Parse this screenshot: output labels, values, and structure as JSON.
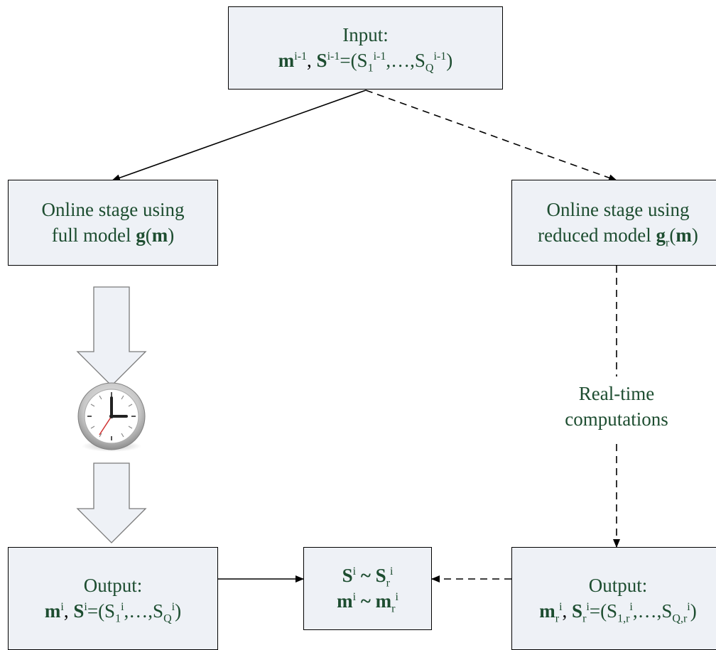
{
  "input_box": {
    "title": "Input:",
    "m": "m",
    "m_sup": "i-1",
    "S": "S",
    "S_sup": "i-1",
    "eq": "=(S",
    "S1_sub": "1",
    "S1_sup": "i-1",
    "dots": ",…,S",
    "SQ_sub": "Q",
    "SQ_sup": "i-1",
    "close": ")"
  },
  "full_box": {
    "line1": "Online stage using",
    "line2_prefix": "full model ",
    "g": "g",
    "paren_open": "(",
    "m": "m",
    "paren_close": ")"
  },
  "reduced_box": {
    "line1": "Online stage using",
    "line2_prefix": "reduced model ",
    "g": "g",
    "g_sub": "r",
    "paren_open": "(",
    "m": "m",
    "paren_close": ")"
  },
  "realtime_label": {
    "line1": "Real-time",
    "line2": "computations"
  },
  "output_full": {
    "title": "Output:",
    "m": "m",
    "m_sup": "i",
    "S": "S",
    "S_sup": "i",
    "eq": "=(S",
    "S1_sub": "1",
    "S1_sup": "i",
    "dots": ",…,S",
    "SQ_sub": "Q",
    "SQ_sup": "i",
    "close": ")"
  },
  "compare_box": {
    "S": "S",
    "S_sup": "i",
    "tilde": " ~ ",
    "Sr": "S",
    "Sr_sub": "r",
    "Sr_sup": "i",
    "m": "m",
    "m_sup": "i",
    "tilde2": " ~ ",
    "mr": "m",
    "mr_sub": "r",
    "mr_sup": "i"
  },
  "output_reduced": {
    "title": "Output:",
    "m": "m",
    "m_sub": "r",
    "m_sup": "i",
    "S": "S",
    "S_sub": "r",
    "S_sup": "i",
    "eq": "=(S",
    "S1_sub": "1,r",
    "S1_sup": "i",
    "dots": ",…,S",
    "SQ_sub": "Q,r",
    "SQ_sup": "i",
    "close": ")"
  },
  "colors": {
    "box_fill": "#eef1f6",
    "text": "#1d4d30",
    "arrow_fill": "#eef1f6",
    "clock_face": "#ffffff",
    "clock_rim": "#9a9a9a"
  },
  "icons": [
    "clock-icon",
    "down-arrow-icon"
  ]
}
